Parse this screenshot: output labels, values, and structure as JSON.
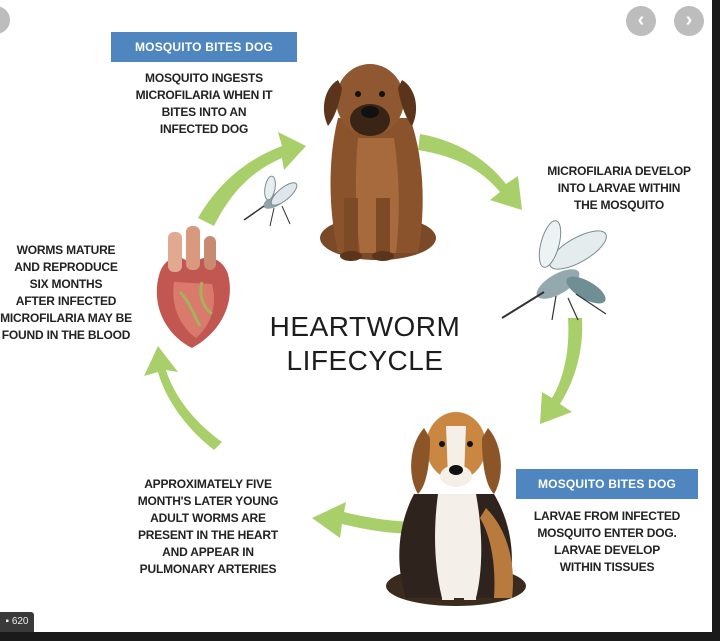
{
  "diagram": {
    "title": "HEARTWORM\nLIFECYCLE",
    "steps": {
      "top": {
        "badge": "MOSQUITO BITES DOG",
        "text": "MOSQUITO INGESTS\nMICROFILARIA WHEN IT\nBITES INTO AN\nINFECTED DOG"
      },
      "right": {
        "text": "MICROFILARIA DEVELOP\nINTO LARVAE WITHIN\nTHE MOSQUITO"
      },
      "bottom_right": {
        "badge": "MOSQUITO BITES DOG",
        "text": "LARVAE FROM INFECTED\nMOSQUITO ENTER DOG.\nLARVAE DEVELOP\nWITHIN TISSUES"
      },
      "bottom_left": {
        "text": "APPROXIMATELY FIVE\nMONTH'S LATER YOUNG\nADULT WORMS ARE\nPRESENT IN THE HEART\nAND APPEAR IN\nPULMONARY ARTERIES"
      },
      "left": {
        "text": "WORMS MATURE\nAND REPRODUCE\nSIX MONTHS\nAFTER INFECTED\nMICROFILARIA MAY BE\nFOUND IN THE BLOOD"
      }
    },
    "colors": {
      "arrow": "#a9cf6a",
      "badge": "#4f86bf"
    }
  },
  "viewer": {
    "size_label": "620",
    "prev_icon": "‹",
    "next_icon": "›"
  }
}
